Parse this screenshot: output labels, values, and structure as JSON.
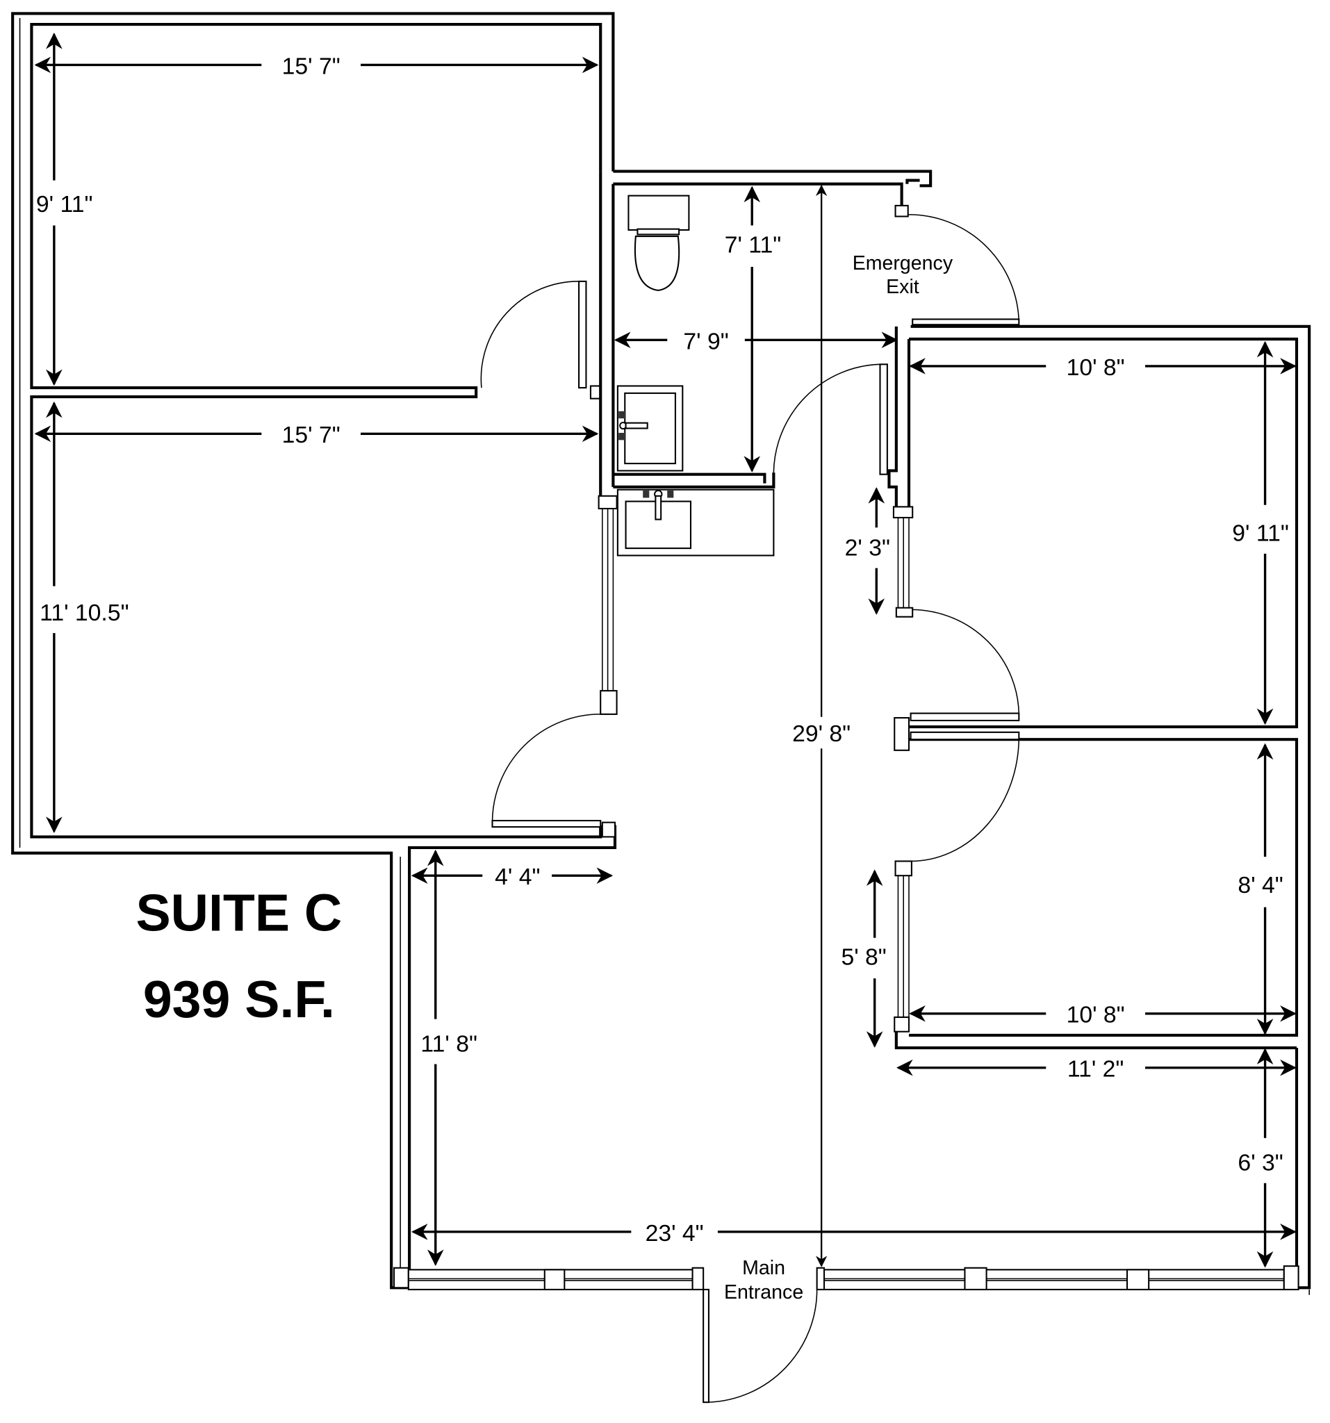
{
  "suite": {
    "name": "SUITE C",
    "area": "939 S.F."
  },
  "labels": {
    "emergency_exit_line1": "Emergency",
    "emergency_exit_line2": "Exit",
    "main_entrance_line1": "Main",
    "main_entrance_line2": "Entrance"
  },
  "dimensions": {
    "office1_width": "15' 7\"",
    "office1_depth": "9' 11\"",
    "office2_width": "15' 7\"",
    "office2_depth": "11' 10.5\"",
    "restroom_depth": "7' 11\"",
    "restroom_width": "7' 9\"",
    "overall_depth": "29' 8\"",
    "office3_width": "10' 8\"",
    "office3_depth": "9' 11\"",
    "hall_wall_segment": "2' 3\"",
    "office4_depth": "8' 4\"",
    "office4_wall_segment": "5' 8\"",
    "office4_width": "10' 8\"",
    "reception_offset": "4' 4\"",
    "reception_depth": "11' 8\"",
    "front_room_width": "11' 2\"",
    "front_room_depth": "6' 3\"",
    "overall_width": "23' 4\""
  },
  "colors": {
    "line": "#000000",
    "background": "#ffffff"
  }
}
